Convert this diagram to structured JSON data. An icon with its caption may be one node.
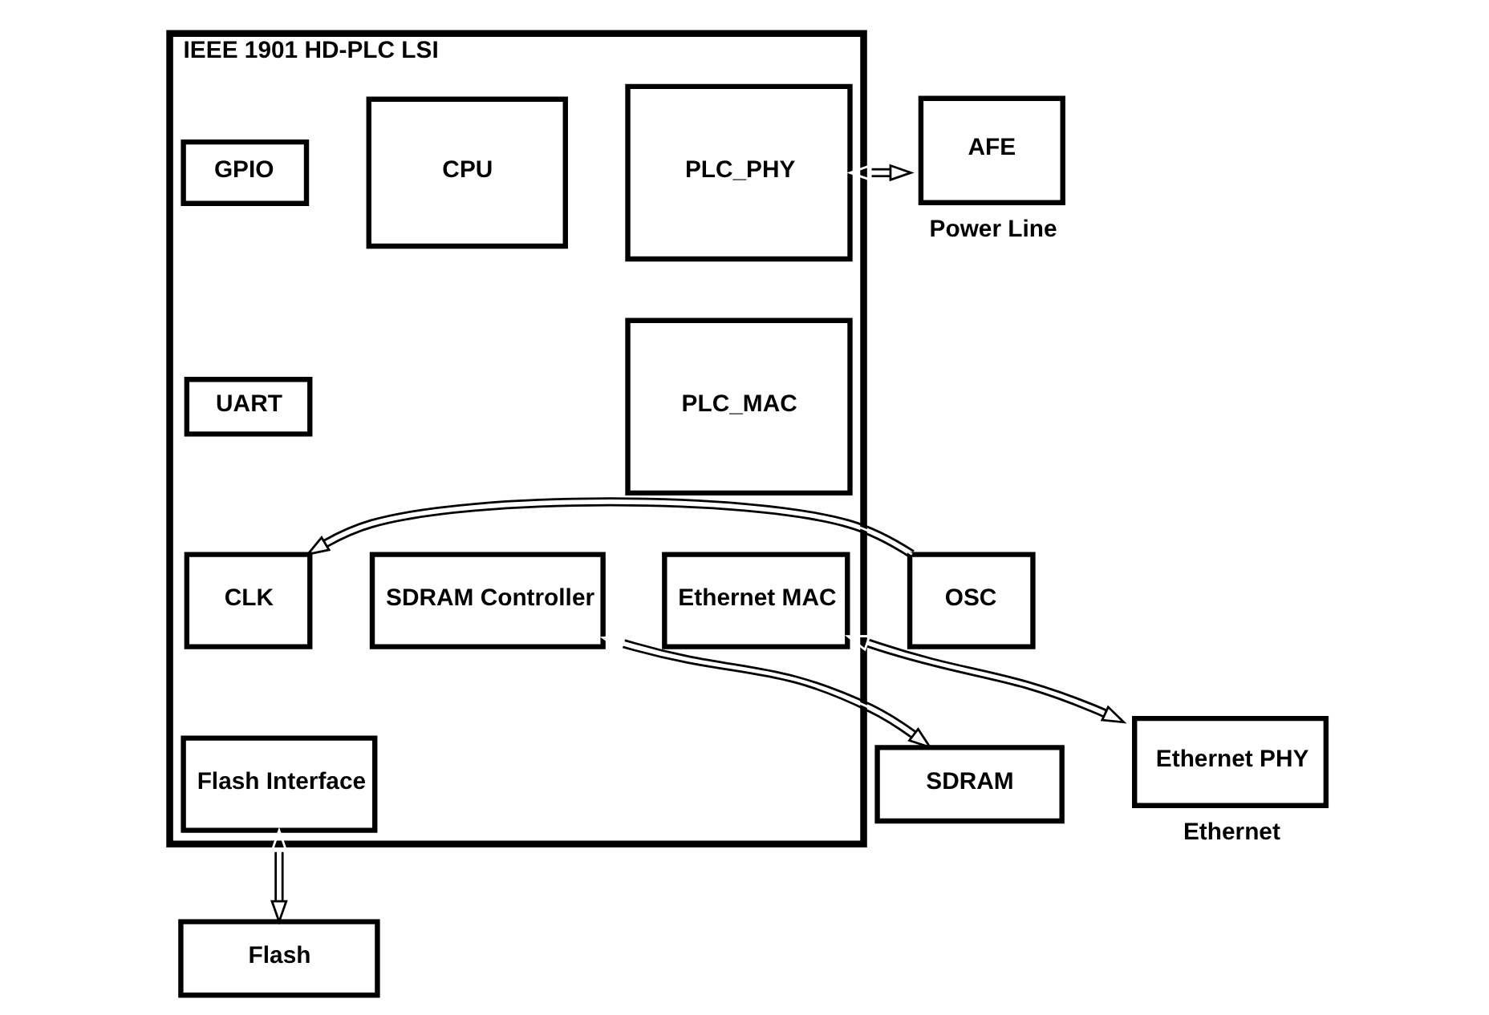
{
  "diagram": {
    "nodes": [
      {
        "text": [
          "IEEE 1901 HD-PLC LSI"
        ]
      },
      {
        "text": [
          "GPIO"
        ],
        "in": 0
      },
      {
        "text": [
          "CPU"
        ],
        "in": 0
      },
      {
        "text": [
          "PLC_PHY"
        ],
        "in": 0
      },
      {
        "text": [
          "AFE"
        ],
        "beside": [
          "Power Line"
        ]
      },
      {
        "text": [
          "UART"
        ],
        "in": 0
      },
      {
        "text": [
          "OSC"
        ]
      },
      {
        "text": [
          "CLK"
        ],
        "in": 0
      },
      {
        "text": [
          "PLC_MAC"
        ],
        "in": 0
      },
      {
        "text": [
          "Flash Interface"
        ],
        "in": 0
      },
      {
        "text": [
          "SDRAM Controller"
        ],
        "in": 0
      },
      {
        "text": [
          "Ethernet MAC"
        ],
        "in": 0
      },
      {
        "text": [
          "Flash"
        ]
      },
      {
        "text": [
          "SDRAM"
        ]
      },
      {
        "text": [
          "Ethernet PHY"
        ],
        "beside": [
          "Ethernet"
        ]
      }
    ],
    "edges": [
      {
        "from": 3,
        "to": 4,
        "arrow": "both"
      },
      {
        "from": 6,
        "to": 7,
        "arrow": "to"
      },
      {
        "from": 9,
        "to": 12,
        "arrow": "both"
      },
      {
        "from": 10,
        "to": 13,
        "arrow": "both"
      },
      {
        "from": 11,
        "to": 14,
        "arrow": "both"
      }
    ]
  }
}
